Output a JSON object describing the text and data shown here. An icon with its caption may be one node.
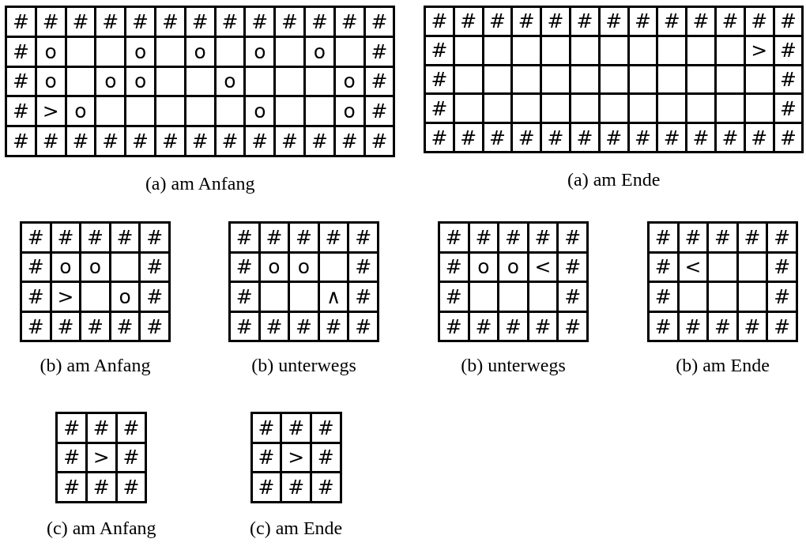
{
  "diagram": {
    "nodes": [
      {
        "text": [],
        "shape": "box",
        "beside": [
          "(a) am Anfang"
        ]
      },
      {
        "text": [
          "#"
        ],
        "in": 0
      },
      {
        "text": [
          "#"
        ],
        "in": 0
      },
      {
        "text": [
          "#"
        ],
        "in": 0
      },
      {
        "text": [
          "#"
        ],
        "in": 0
      },
      {
        "text": [
          "#"
        ],
        "in": 0
      },
      {
        "text": [
          "#"
        ],
        "in": 0
      },
      {
        "text": [
          "#"
        ],
        "in": 0
      },
      {
        "text": [
          "#"
        ],
        "in": 0
      },
      {
        "text": [
          "#"
        ],
        "in": 0
      },
      {
        "text": [
          "#"
        ],
        "in": 0
      },
      {
        "text": [
          "#"
        ],
        "in": 0
      },
      {
        "text": [
          "#"
        ],
        "in": 0
      },
      {
        "text": [
          "#"
        ],
        "in": 0
      },
      {
        "text": [
          "#"
        ],
        "in": 0
      },
      {
        "text": [
          "o"
        ],
        "in": 0
      },
      {
        "text": [],
        "shape": "box",
        "in": 0
      },
      {
        "text": [],
        "shape": "box",
        "in": 0
      },
      {
        "text": [
          "o"
        ],
        "in": 0
      },
      {
        "text": [],
        "shape": "box",
        "in": 0
      },
      {
        "text": [
          "o"
        ],
        "in": 0
      },
      {
        "text": [],
        "shape": "box",
        "in": 0
      },
      {
        "text": [
          "o"
        ],
        "in": 0
      },
      {
        "text": [],
        "shape": "box",
        "in": 0
      },
      {
        "text": [
          "o"
        ],
        "in": 0
      },
      {
        "text": [],
        "shape": "box",
        "in": 0
      },
      {
        "text": [
          "#"
        ],
        "in": 0
      },
      {
        "text": [
          "#"
        ],
        "in": 0
      },
      {
        "text": [
          "o"
        ],
        "in": 0
      },
      {
        "text": [],
        "shape": "box",
        "in": 0
      },
      {
        "text": [
          "o"
        ],
        "in": 0
      },
      {
        "text": [
          "o"
        ],
        "in": 0
      },
      {
        "text": [],
        "shape": "box",
        "in": 0
      },
      {
        "text": [],
        "shape": "box",
        "in": 0
      },
      {
        "text": [
          "o"
        ],
        "in": 0
      },
      {
        "text": [],
        "shape": "box",
        "in": 0
      },
      {
        "text": [],
        "shape": "box",
        "in": 0
      },
      {
        "text": [],
        "shape": "box",
        "in": 0
      },
      {
        "text": [
          "o"
        ],
        "in": 0
      },
      {
        "text": [
          "#"
        ],
        "in": 0
      },
      {
        "text": [
          "#"
        ],
        "in": 0
      },
      {
        "text": [
          ">"
        ],
        "in": 0
      },
      {
        "text": [
          "o"
        ],
        "in": 0
      },
      {
        "text": [],
        "shape": "box",
        "in": 0
      },
      {
        "text": [],
        "shape": "box",
        "in": 0
      },
      {
        "text": [],
        "shape": "box",
        "in": 0
      },
      {
        "text": [],
        "shape": "box",
        "in": 0
      },
      {
        "text": [],
        "shape": "box",
        "in": 0
      },
      {
        "text": [
          "o"
        ],
        "in": 0
      },
      {
        "text": [],
        "shape": "box",
        "in": 0
      },
      {
        "text": [],
        "shape": "box",
        "in": 0
      },
      {
        "text": [
          "o"
        ],
        "in": 0
      },
      {
        "text": [
          "#"
        ],
        "in": 0
      },
      {
        "text": [
          "#"
        ],
        "in": 0
      },
      {
        "text": [
          "#"
        ],
        "in": 0
      },
      {
        "text": [
          "#"
        ],
        "in": 0
      },
      {
        "text": [
          "#"
        ],
        "in": 0
      },
      {
        "text": [
          "#"
        ],
        "in": 0
      },
      {
        "text": [
          "#"
        ],
        "in": 0
      },
      {
        "text": [
          "#"
        ],
        "in": 0
      },
      {
        "text": [
          "#"
        ],
        "in": 0
      },
      {
        "text": [
          "#"
        ],
        "in": 0
      },
      {
        "text": [
          "#"
        ],
        "in": 0
      },
      {
        "text": [
          "#"
        ],
        "in": 0
      },
      {
        "text": [
          "#"
        ],
        "in": 0
      },
      {
        "text": [
          "#"
        ],
        "in": 0
      },
      {
        "text": [],
        "shape": "box",
        "beside": [
          "(a) am Ende"
        ]
      },
      {
        "text": [
          "#"
        ],
        "in": 66
      },
      {
        "text": [
          "#"
        ],
        "in": 66
      },
      {
        "text": [
          "#"
        ],
        "in": 66
      },
      {
        "text": [
          "#"
        ],
        "in": 66
      },
      {
        "text": [
          "#"
        ],
        "in": 66
      },
      {
        "text": [
          "#"
        ],
        "in": 66
      },
      {
        "text": [
          "#"
        ],
        "in": 66
      },
      {
        "text": [
          "#"
        ],
        "in": 66
      },
      {
        "text": [
          "#"
        ],
        "in": 66
      },
      {
        "text": [
          "#"
        ],
        "in": 66
      },
      {
        "text": [
          "#"
        ],
        "in": 66
      },
      {
        "text": [
          "#"
        ],
        "in": 66
      },
      {
        "text": [
          "#"
        ],
        "in": 66
      },
      {
        "text": [
          "#"
        ],
        "in": 66
      },
      {
        "text": [],
        "shape": "box",
        "in": 66
      },
      {
        "text": [],
        "shape": "box",
        "in": 66
      },
      {
        "text": [],
        "shape": "box",
        "in": 66
      },
      {
        "text": [],
        "shape": "box",
        "in": 66
      },
      {
        "text": [],
        "shape": "box",
        "in": 66
      },
      {
        "text": [],
        "shape": "box",
        "in": 66
      },
      {
        "text": [],
        "shape": "box",
        "in": 66
      },
      {
        "text": [],
        "shape": "box",
        "in": 66
      },
      {
        "text": [],
        "shape": "box",
        "in": 66
      },
      {
        "text": [],
        "shape": "box",
        "in": 66
      },
      {
        "text": [
          ">"
        ],
        "in": 66
      },
      {
        "text": [
          "#"
        ],
        "in": 66
      },
      {
        "text": [
          "#"
        ],
        "in": 66
      },
      {
        "text": [],
        "shape": "box",
        "in": 66
      },
      {
        "text": [],
        "shape": "box",
        "in": 66
      },
      {
        "text": [],
        "shape": "box",
        "in": 66
      },
      {
        "text": [],
        "shape": "box",
        "in": 66
      },
      {
        "text": [],
        "shape": "box",
        "in": 66
      },
      {
        "text": [],
        "shape": "box",
        "in": 66
      },
      {
        "text": [],
        "shape": "box",
        "in": 66
      },
      {
        "text": [],
        "shape": "box",
        "in": 66
      },
      {
        "text": [],
        "shape": "box",
        "in": 66
      },
      {
        "text": [],
        "shape": "box",
        "in": 66
      },
      {
        "text": [],
        "shape": "box",
        "in": 66
      },
      {
        "text": [
          "#"
        ],
        "in": 66
      },
      {
        "text": [
          "#"
        ],
        "in": 66
      },
      {
        "text": [],
        "shape": "box",
        "in": 66
      },
      {
        "text": [],
        "shape": "box",
        "in": 66
      },
      {
        "text": [],
        "shape": "box",
        "in": 66
      },
      {
        "text": [],
        "shape": "box",
        "in": 66
      },
      {
        "text": [],
        "shape": "box",
        "in": 66
      },
      {
        "text": [],
        "shape": "box",
        "in": 66
      },
      {
        "text": [],
        "shape": "box",
        "in": 66
      },
      {
        "text": [],
        "shape": "box",
        "in": 66
      },
      {
        "text": [],
        "shape": "box",
        "in": 66
      },
      {
        "text": [],
        "shape": "box",
        "in": 66
      },
      {
        "text": [],
        "shape": "box",
        "in": 66
      },
      {
        "text": [
          "#"
        ],
        "in": 66
      },
      {
        "text": [
          "#"
        ],
        "in": 66
      },
      {
        "text": [
          "#"
        ],
        "in": 66
      },
      {
        "text": [
          "#"
        ],
        "in": 66
      },
      {
        "text": [
          "#"
        ],
        "in": 66
      },
      {
        "text": [
          "#"
        ],
        "in": 66
      },
      {
        "text": [
          "#"
        ],
        "in": 66
      },
      {
        "text": [
          "#"
        ],
        "in": 66
      },
      {
        "text": [
          "#"
        ],
        "in": 66
      },
      {
        "text": [
          "#"
        ],
        "in": 66
      },
      {
        "text": [
          "#"
        ],
        "in": 66
      },
      {
        "text": [
          "#"
        ],
        "in": 66
      },
      {
        "text": [
          "#"
        ],
        "in": 66
      },
      {
        "text": [
          "#"
        ],
        "in": 66
      },
      {
        "text": [],
        "shape": "box",
        "beside": [
          "(b) am Anfang"
        ]
      },
      {
        "text": [
          "#"
        ],
        "in": 132
      },
      {
        "text": [
          "#"
        ],
        "in": 132
      },
      {
        "text": [
          "#"
        ],
        "in": 132
      },
      {
        "text": [
          "#"
        ],
        "in": 132
      },
      {
        "text": [
          "#"
        ],
        "in": 132
      },
      {
        "text": [
          "#"
        ],
        "in": 132
      },
      {
        "text": [
          "o"
        ],
        "in": 132
      },
      {
        "text": [
          "o"
        ],
        "in": 132
      },
      {
        "text": [],
        "shape": "box",
        "in": 132
      },
      {
        "text": [
          "#"
        ],
        "in": 132
      },
      {
        "text": [
          "#"
        ],
        "in": 132
      },
      {
        "text": [
          ">"
        ],
        "in": 132
      },
      {
        "text": [],
        "shape": "box",
        "in": 132
      },
      {
        "text": [
          "o"
        ],
        "in": 132
      },
      {
        "text": [
          "#"
        ],
        "in": 132
      },
      {
        "text": [
          "#"
        ],
        "in": 132
      },
      {
        "text": [
          "#"
        ],
        "in": 132
      },
      {
        "text": [
          "#"
        ],
        "in": 132
      },
      {
        "text": [
          "#"
        ],
        "in": 132
      },
      {
        "text": [
          "#"
        ],
        "in": 132
      },
      {
        "text": [],
        "shape": "box",
        "beside": [
          "(b) unterwegs"
        ]
      },
      {
        "text": [
          "#"
        ],
        "in": 153
      },
      {
        "text": [
          "#"
        ],
        "in": 153
      },
      {
        "text": [
          "#"
        ],
        "in": 153
      },
      {
        "text": [
          "#"
        ],
        "in": 153
      },
      {
        "text": [
          "#"
        ],
        "in": 153
      },
      {
        "text": [
          "#"
        ],
        "in": 153
      },
      {
        "text": [
          "o"
        ],
        "in": 153
      },
      {
        "text": [
          "o"
        ],
        "in": 153
      },
      {
        "text": [],
        "shape": "box",
        "in": 153
      },
      {
        "text": [
          "#"
        ],
        "in": 153
      },
      {
        "text": [
          "#"
        ],
        "in": 153
      },
      {
        "text": [],
        "shape": "box",
        "in": 153
      },
      {
        "text": [],
        "shape": "box",
        "in": 153
      },
      {
        "text": [
          "∧"
        ],
        "in": 153
      },
      {
        "text": [
          "#"
        ],
        "in": 153
      },
      {
        "text": [
          "#"
        ],
        "in": 153
      },
      {
        "text": [
          "#"
        ],
        "in": 153
      },
      {
        "text": [
          "#"
        ],
        "in": 153
      },
      {
        "text": [
          "#"
        ],
        "in": 153
      },
      {
        "text": [
          "#"
        ],
        "in": 153
      },
      {
        "text": [],
        "shape": "box",
        "beside": [
          "(b) unterwegs"
        ]
      },
      {
        "text": [
          "#"
        ],
        "in": 174
      },
      {
        "text": [
          "#"
        ],
        "in": 174
      },
      {
        "text": [
          "#"
        ],
        "in": 174
      },
      {
        "text": [
          "#"
        ],
        "in": 174
      },
      {
        "text": [
          "#"
        ],
        "in": 174
      },
      {
        "text": [
          "#"
        ],
        "in": 174
      },
      {
        "text": [
          "o"
        ],
        "in": 174
      },
      {
        "text": [
          "o"
        ],
        "in": 174
      },
      {
        "text": [
          "<"
        ],
        "in": 174
      },
      {
        "text": [
          "#"
        ],
        "in": 174
      },
      {
        "text": [
          "#"
        ],
        "in": 174
      },
      {
        "text": [],
        "shape": "box",
        "in": 174
      },
      {
        "text": [],
        "shape": "box",
        "in": 174
      },
      {
        "text": [],
        "shape": "box",
        "in": 174
      },
      {
        "text": [
          "#"
        ],
        "in": 174
      },
      {
        "text": [
          "#"
        ],
        "in": 174
      },
      {
        "text": [
          "#"
        ],
        "in": 174
      },
      {
        "text": [
          "#"
        ],
        "in": 174
      },
      {
        "text": [
          "#"
        ],
        "in": 174
      },
      {
        "text": [
          "#"
        ],
        "in": 174
      },
      {
        "text": [],
        "shape": "box",
        "beside": [
          "(b) am Ende"
        ]
      },
      {
        "text": [
          "#"
        ],
        "in": 195
      },
      {
        "text": [
          "#"
        ],
        "in": 195
      },
      {
        "text": [
          "#"
        ],
        "in": 195
      },
      {
        "text": [
          "#"
        ],
        "in": 195
      },
      {
        "text": [
          "#"
        ],
        "in": 195
      },
      {
        "text": [
          "#"
        ],
        "in": 195
      },
      {
        "text": [
          "<"
        ],
        "in": 195
      },
      {
        "text": [],
        "shape": "box",
        "in": 195
      },
      {
        "text": [],
        "shape": "box",
        "in": 195
      },
      {
        "text": [
          "#"
        ],
        "in": 195
      },
      {
        "text": [
          "#"
        ],
        "in": 195
      },
      {
        "text": [],
        "shape": "box",
        "in": 195
      },
      {
        "text": [],
        "shape": "box",
        "in": 195
      },
      {
        "text": [],
        "shape": "box",
        "in": 195
      },
      {
        "text": [
          "#"
        ],
        "in": 195
      },
      {
        "text": [
          "#"
        ],
        "in": 195
      },
      {
        "text": [
          "#"
        ],
        "in": 195
      },
      {
        "text": [
          "#"
        ],
        "in": 195
      },
      {
        "text": [
          "#"
        ],
        "in": 195
      },
      {
        "text": [
          "#"
        ],
        "in": 195
      },
      {
        "text": [],
        "shape": "box",
        "beside": [
          "(c) am Anfang"
        ]
      },
      {
        "text": [
          "#"
        ],
        "in": 216
      },
      {
        "text": [
          "#"
        ],
        "in": 216
      },
      {
        "text": [
          "#"
        ],
        "in": 216
      },
      {
        "text": [
          "#"
        ],
        "in": 216
      },
      {
        "text": [
          ">"
        ],
        "in": 216
      },
      {
        "text": [
          "#"
        ],
        "in": 216
      },
      {
        "text": [
          "#"
        ],
        "in": 216
      },
      {
        "text": [
          "#"
        ],
        "in": 216
      },
      {
        "text": [
          "#"
        ],
        "in": 216
      },
      {
        "text": [],
        "shape": "box",
        "beside": [
          "(c) am Ende"
        ]
      },
      {
        "text": [
          "#"
        ],
        "in": 226
      },
      {
        "text": [
          "#"
        ],
        "in": 226
      },
      {
        "text": [
          "#"
        ],
        "in": 226
      },
      {
        "text": [
          "#"
        ],
        "in": 226
      },
      {
        "text": [
          ">"
        ],
        "in": 226
      },
      {
        "text": [
          "#"
        ],
        "in": 226
      },
      {
        "text": [
          "#"
        ],
        "in": 226
      },
      {
        "text": [
          "#"
        ],
        "in": 226
      },
      {
        "text": [
          "#"
        ],
        "in": 226
      }
    ]
  }
}
